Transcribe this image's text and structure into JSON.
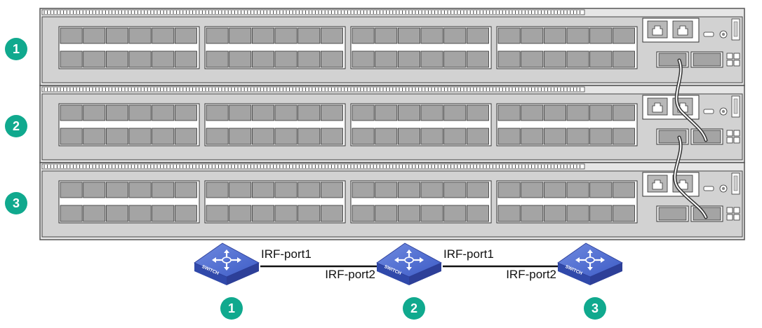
{
  "diagram": {
    "chassis": [
      {
        "badge": "1"
      },
      {
        "badge": "2"
      },
      {
        "badge": "3"
      }
    ],
    "topology": {
      "switch_label": "SWITCH",
      "nodes": [
        {
          "badge": "1"
        },
        {
          "badge": "2"
        },
        {
          "badge": "3"
        }
      ],
      "links": [
        {
          "from": "1",
          "to": "2",
          "from_port": "IRF-port1",
          "to_port": "IRF-port2"
        },
        {
          "from": "2",
          "to": "3",
          "from_port": "IRF-port1",
          "to_port": "IRF-port2"
        }
      ]
    },
    "colors": {
      "badge": "#10a98e",
      "chassis_panel": "#d2d2d2",
      "chassis_border": "#555555",
      "port_fill": "#a4a4a4",
      "switch_top": "#4f6fd0",
      "switch_side": "#2d3f98",
      "cable": "#333333"
    }
  }
}
